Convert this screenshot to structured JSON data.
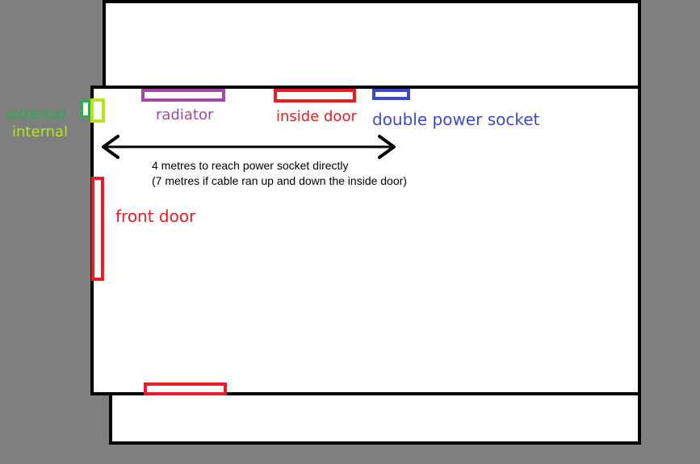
{
  "labels": {
    "external": "external",
    "internal": "internal",
    "radiator": "radiator",
    "inside_door": "inside door",
    "double_power_socket": "double power socket",
    "front_door": "front door"
  },
  "measurement": {
    "line1": "4 metres to reach power socket directly",
    "line2": "(7 metres if cable ran up and down the inside door)"
  },
  "colors": {
    "background": "#7f7f7f",
    "walls": "#000000",
    "room_fill": "#ffffff",
    "external": "#22b14c",
    "internal": "#b5e61d",
    "radiator": "#a349a4",
    "door": "#ed1c24",
    "socket": "#3f48cc",
    "text": "#000000"
  }
}
